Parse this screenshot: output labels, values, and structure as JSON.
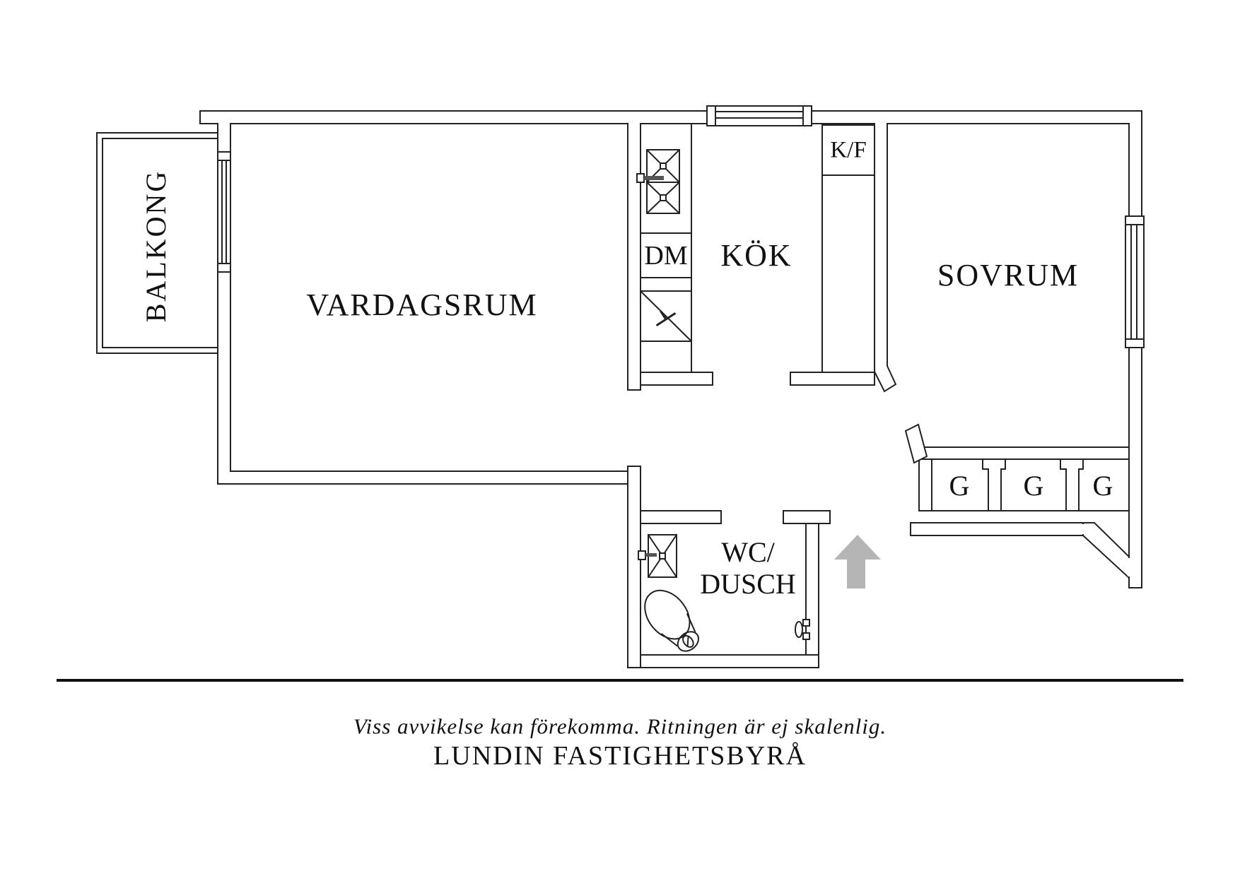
{
  "floorplan": {
    "rooms": {
      "balcony": "BALKONG",
      "living_room": "VARDAGSRUM",
      "kitchen": "KÖK",
      "bedroom": "SOVRUM",
      "wc_line1": "WC/",
      "wc_line2": "DUSCH"
    },
    "fixtures": {
      "dishwasher": "DM",
      "fridge_freezer": "K/F"
    },
    "closets": [
      {
        "label": "G"
      },
      {
        "label": "G"
      },
      {
        "label": "G"
      }
    ],
    "icons": {
      "entry": "entry-arrow-icon",
      "kitchen_sink": "sink-icon",
      "stove": "stove-icon",
      "wc_sink": "wash-basin-icon",
      "toilet": "toilet-icon",
      "door_handle": "door-handle-icon",
      "windows": [
        "kitchen-window",
        "bedroom-window",
        "balcony-door-window"
      ]
    },
    "colors": {
      "background": "#ffffff",
      "wall_line": "#222222",
      "entry_arrow": "#b5b5b5",
      "text": "#111111"
    }
  },
  "footer": {
    "disclaimer": "Viss avvikelse kan förekomma. Ritningen är ej skalenlig.",
    "company": "LUNDIN FASTIGHETSBYRÅ"
  }
}
